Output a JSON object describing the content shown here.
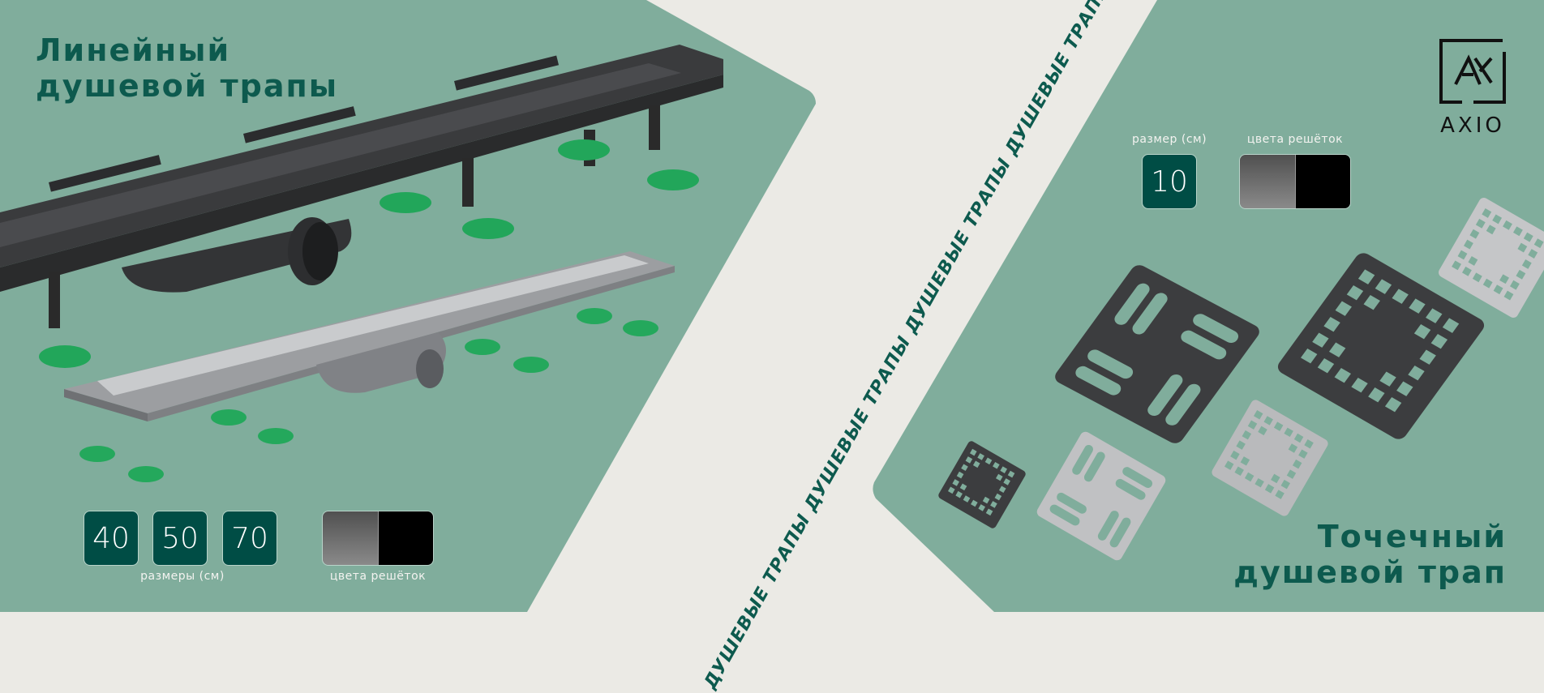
{
  "left": {
    "title_line1": "Линейный",
    "title_line2": "душевой трапы",
    "sizes": [
      "40",
      "50",
      "70"
    ],
    "sizes_label": "размеры (см)",
    "colors_label": "цвета решёток"
  },
  "band": {
    "text": "ДУШЕВЫЕ ТРАПЫ ДУШЕВЫЕ ТРАПЫ ДУШЕВЫЕ ТРАПЫ ДУШЕВЫЕ ТРАПЫ ДУШЕВЫЕ ТРАПЫ ДУШЕВЫЕ"
  },
  "right": {
    "size_label": "размер (см)",
    "size": "10",
    "colors_label": "цвета решёток",
    "title_line1": "Точечный",
    "title_line2": "душевой трап"
  },
  "brand": {
    "logo_mark": "AX",
    "name": "AXIO"
  },
  "colors": {
    "panel": "#80ad9c",
    "accent": "#004d45",
    "band": "#ebeae5",
    "title": "#0d5a4e"
  }
}
